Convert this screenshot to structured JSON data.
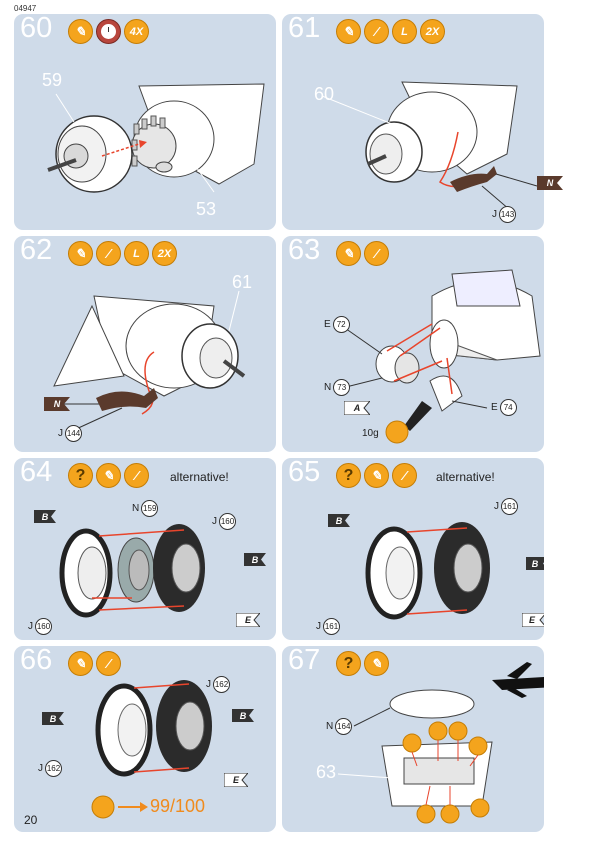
{
  "page": {
    "code": "04947",
    "number": "20"
  },
  "steps": [
    {
      "number": "60",
      "icons": [
        "glue-icon",
        "clock-icon",
        "4X"
      ],
      "callouts": [
        "59",
        "53"
      ]
    },
    {
      "number": "61",
      "icons": [
        "glue-icon",
        "brush-icon",
        "L",
        "2X"
      ],
      "callout": "60",
      "part_tag": "J",
      "part_no": "143",
      "flag": "N"
    },
    {
      "number": "62",
      "icons": [
        "glue-icon",
        "brush-icon",
        "L",
        "2X"
      ],
      "callout": "61",
      "part_tag": "J",
      "part_no": "144",
      "flag": "N"
    },
    {
      "number": "63",
      "icons": [
        "glue-icon",
        "brush-icon"
      ],
      "parts": [
        {
          "tag": "E",
          "no": "72"
        },
        {
          "tag": "N",
          "no": "73"
        },
        {
          "tag": "E",
          "no": "74"
        }
      ],
      "flag": "A",
      "weight": "10g"
    },
    {
      "number": "64",
      "icons": [
        "?",
        "glue-icon",
        "brush-icon"
      ],
      "note": "alternative!",
      "parts": [
        {
          "tag": "N",
          "no": "159"
        },
        {
          "tag": "J",
          "no": "160"
        },
        {
          "tag": "J",
          "no": "160"
        }
      ],
      "flags": [
        "B",
        "B",
        "E"
      ]
    },
    {
      "number": "65",
      "icons": [
        "?",
        "glue-icon",
        "brush-icon"
      ],
      "note": "alternative!",
      "parts": [
        {
          "tag": "J",
          "no": "161"
        },
        {
          "tag": "J",
          "no": "161"
        }
      ],
      "flags": [
        "B",
        "B",
        "E"
      ]
    },
    {
      "number": "66",
      "icons": [
        "glue-icon",
        "brush-icon"
      ],
      "parts": [
        {
          "tag": "J",
          "no": "162"
        },
        {
          "tag": "J",
          "no": "162"
        }
      ],
      "flags": [
        "B",
        "B",
        "E"
      ],
      "reference": "99/100"
    },
    {
      "number": "67",
      "icons": [
        "?",
        "glue-icon"
      ],
      "part_tag": "N",
      "part_no": "164",
      "callout": "63"
    }
  ],
  "colors": {
    "panel": "#cfdbe9",
    "badge": "#f4a41d",
    "arrow": "#e8452c",
    "tire": "#2b2b2b",
    "flag_dark": "#5a3a2c"
  }
}
